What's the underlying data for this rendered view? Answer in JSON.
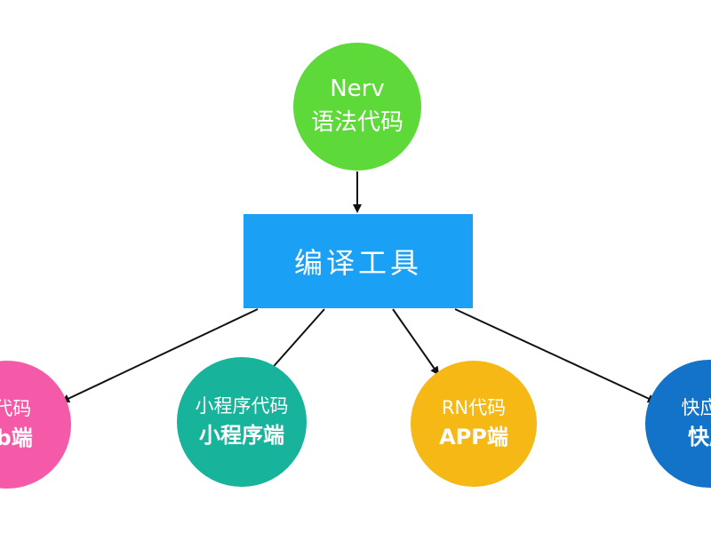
{
  "colors": {
    "top": "#5ed93a",
    "compiler": "#1aa0f5",
    "web": "#f55aa8",
    "miniapp": "#18b39b",
    "app": "#f5b814",
    "quickapp": "#1273c8",
    "arrow": "#111111"
  },
  "top_node": {
    "line1": "Nerv",
    "line2": "语法代码"
  },
  "compiler": {
    "label": "编译工具"
  },
  "targets": [
    {
      "line1": "v代码",
      "line2": "eb端"
    },
    {
      "line1": "小程序代码",
      "line2": "小程序端"
    },
    {
      "line1": "RN代码",
      "line2": "APP端"
    },
    {
      "line1": "快应月",
      "line2": "快应"
    }
  ]
}
